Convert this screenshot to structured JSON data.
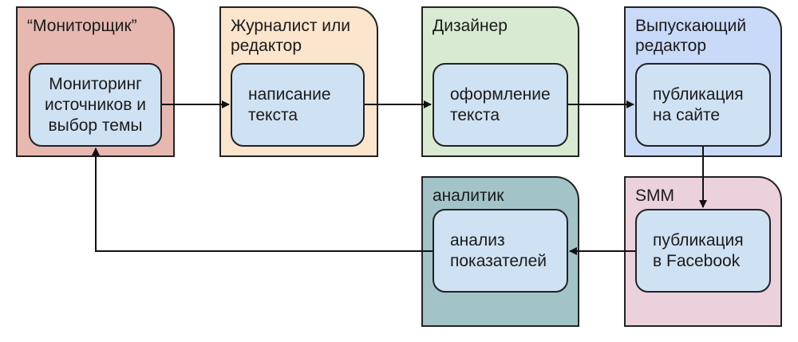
{
  "lanes": [
    {
      "id": "monitor",
      "label": "“Мониторщик”",
      "color": "#e6b8b0"
    },
    {
      "id": "journalist",
      "label": "Журналист или\nредактор",
      "color": "#fbe5cd"
    },
    {
      "id": "designer",
      "label": "Дизайнер",
      "color": "#d9ead3"
    },
    {
      "id": "editor",
      "label": "Выпускающий\nредактор",
      "color": "#c9daf8"
    },
    {
      "id": "smm",
      "label": "SMM",
      "color": "#ead1dc"
    },
    {
      "id": "analyst",
      "label": "аналитик",
      "color": "#a2c4c9"
    }
  ],
  "steps": [
    {
      "id": "monitoring",
      "text": "Мониторинг\nисточников и\nвыбор темы"
    },
    {
      "id": "writing",
      "text": "написание\nтекста"
    },
    {
      "id": "design",
      "text": "оформление\nтекста"
    },
    {
      "id": "publish-site",
      "text": "публикация\nна сайте"
    },
    {
      "id": "publish-fb",
      "text": "публикация\nв Facebook"
    },
    {
      "id": "analysis",
      "text": "анализ\nпоказателей"
    }
  ]
}
